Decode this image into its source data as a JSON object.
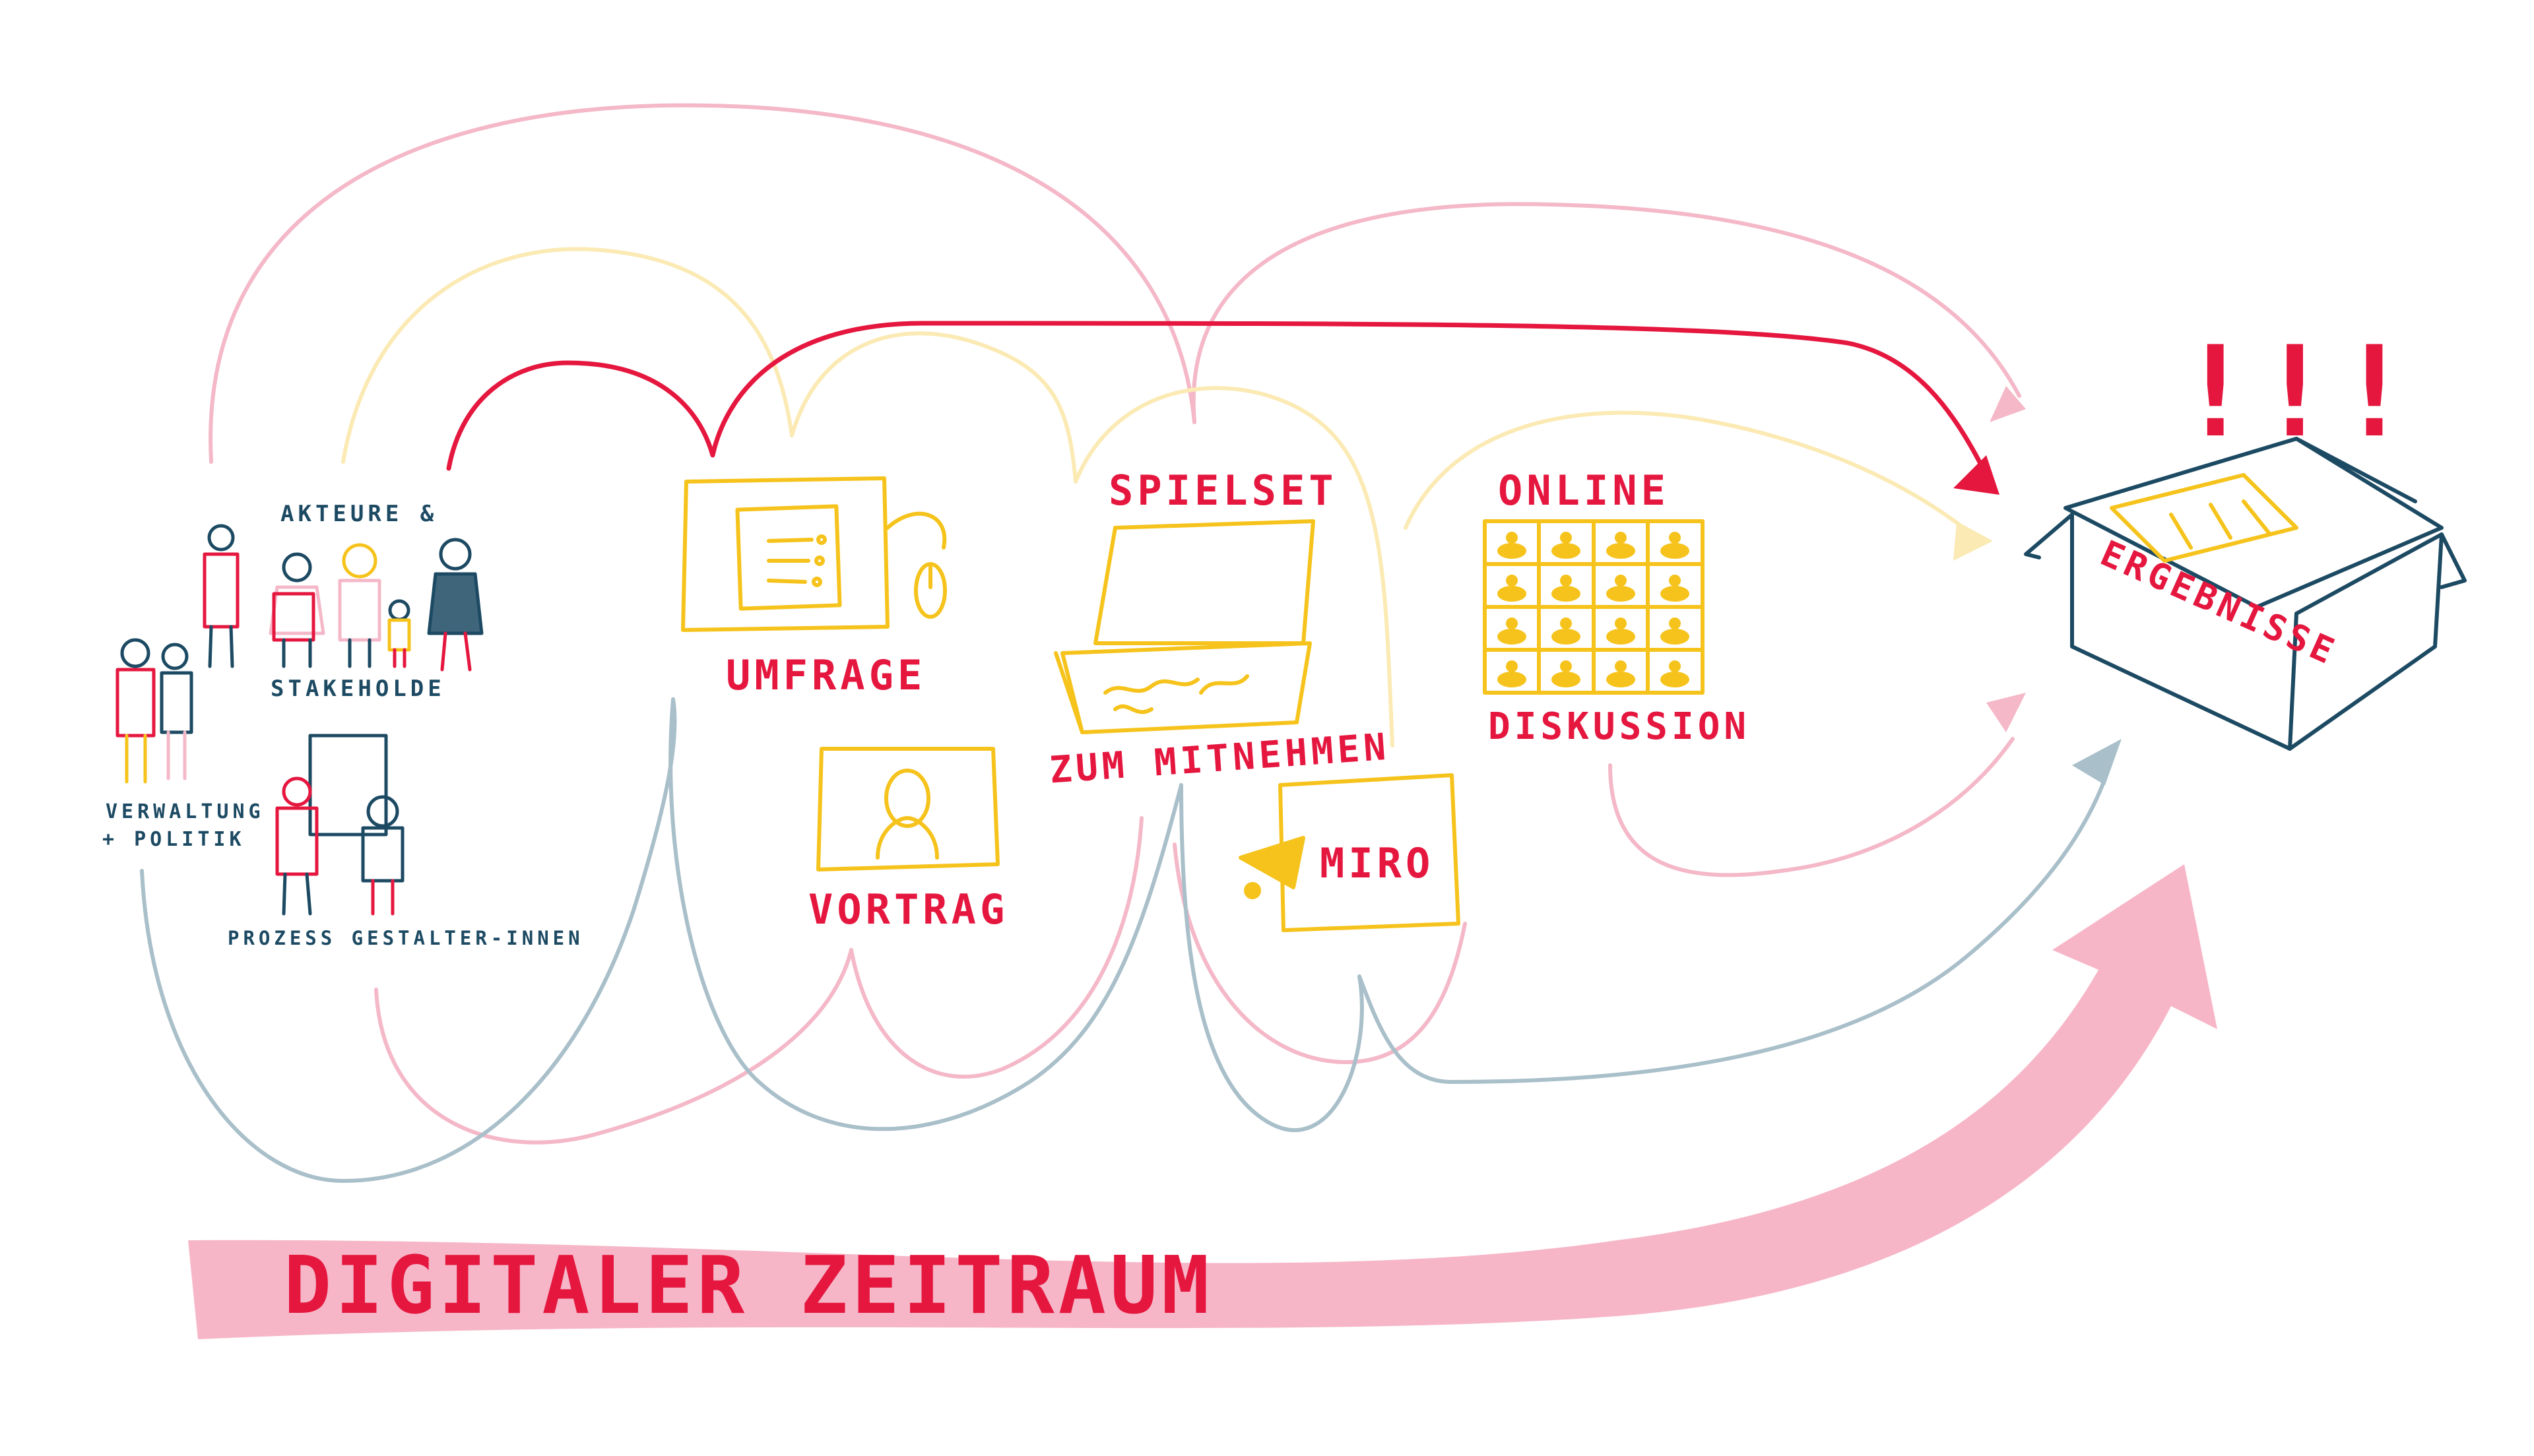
{
  "colors": {
    "red": "#e5173f",
    "pink": "#f4b8c8",
    "band_pink": "#f6b6c8",
    "yellow": "#f6c31c",
    "pale_yellow": "#fbeab4",
    "blue_gray": "#a9bfc9",
    "navy": "#1d4a63"
  },
  "stakeholders": {
    "akteure": "AKTEURE &",
    "stakeholder": "STAKEHOLDE",
    "verwaltung": "VERWALTUNG",
    "politik": "+ POLITIK",
    "prozess": "PROZESS GESTALTER-INNEN"
  },
  "methods": {
    "umfrage": "UMFRAGE",
    "vortrag": "VORTRAG",
    "spielset": "SPIELSET",
    "zum_mitnehmen": "ZUM MITNEHMEN",
    "miro": "MIRO",
    "online": "ONLINE",
    "diskussion": "DISKUSSION"
  },
  "result": {
    "label": "ERGEBNISSE",
    "exclamation": "!!!"
  },
  "timeline": {
    "label": "DIGITALER ZEITRAUM"
  }
}
